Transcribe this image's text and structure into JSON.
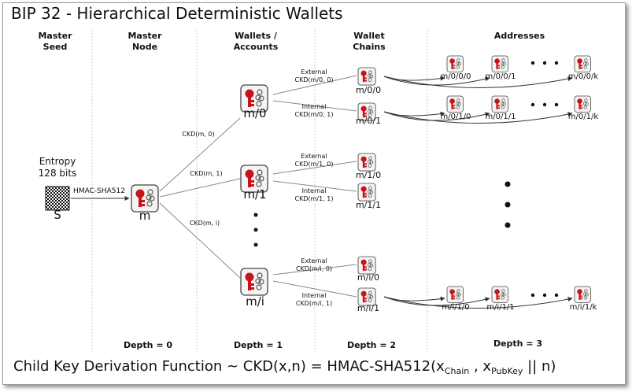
{
  "title": "BIP 32 - Hierarchical Deterministic Wallets",
  "columns": [
    "Master\nSeed",
    "Master\nNode",
    "Wallets /\nAccounts",
    "Wallet\nChains",
    "Addresses"
  ],
  "depths": [
    "Depth = 0",
    "Depth = 1",
    "Depth = 2",
    "Depth = 3"
  ],
  "entropy": "Entropy\n128 bits",
  "seed_label": "S",
  "hmac_label": "HMAC-SHA512",
  "master_label": "m",
  "accounts": [
    {
      "label": "m/0",
      "ckd": "CKD(m, 0)"
    },
    {
      "label": "m/1",
      "ckd": "CKD(m, 1)"
    },
    {
      "label": "m/i",
      "ckd": "CKD(m, i)"
    }
  ],
  "chains": [
    {
      "label": "m/0/0",
      "edge": "External\nCKD(m/0, 0)"
    },
    {
      "label": "m/0/1",
      "edge": "Internal\nCKD(m/0, 1)"
    },
    {
      "label": "m/1/0",
      "edge": "External\nCKD(m/1, 0)"
    },
    {
      "label": "m/1/1",
      "edge": "Internal\nCKD(m/1, 1)"
    },
    {
      "label": "m/i/0",
      "edge": "External\nCKD(m/i, 0)"
    },
    {
      "label": "m/i/1",
      "edge": "Internal\nCKD(m/i, 1)"
    }
  ],
  "addresses": [
    {
      "label": "m/0/0/0"
    },
    {
      "label": "m/0/0/1"
    },
    {
      "label": "m/0/0/k"
    },
    {
      "label": "m/0/1/0"
    },
    {
      "label": "m/0/1/1"
    },
    {
      "label": "m/0/1/k"
    },
    {
      "label": "m/i/1/0"
    },
    {
      "label": "m/i/1/1"
    },
    {
      "label": "m/i/1/k"
    }
  ],
  "formula": {
    "prefix": "Child Key Derivation Function ~  CKD(x,n) = HMAC-SHA512(x",
    "sub1": "Chain",
    "mid": " , x",
    "sub2": "PubKey",
    "suffix": " || n)"
  },
  "colors": {
    "key_red": "#c8131b",
    "divider": "#cccccc",
    "line": "#777777"
  }
}
